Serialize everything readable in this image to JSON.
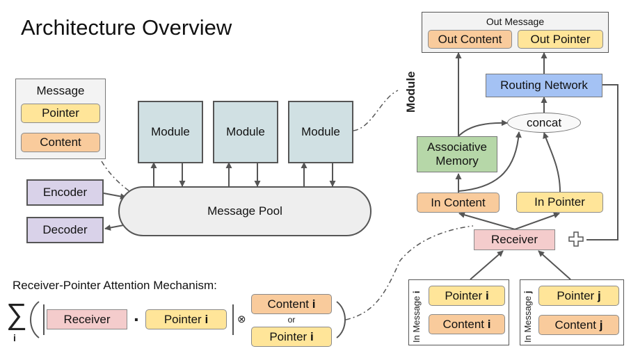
{
  "title": "Architecture Overview",
  "message": {
    "label": "Message",
    "pointer": "Pointer",
    "content": "Content"
  },
  "modules": [
    "Module",
    "Module",
    "Module"
  ],
  "encoder": "Encoder",
  "decoder": "Decoder",
  "pool": "Message Pool",
  "out_message": {
    "label": "Out Message",
    "content": "Out Content",
    "pointer": "Out Pointer"
  },
  "module_detail": {
    "label": "Module",
    "routing": "Routing Network",
    "concat": "concat",
    "memory": "Associative Memory",
    "in_content": "In Content",
    "in_pointer": "In Pointer",
    "receiver": "Receiver"
  },
  "in_message_i": {
    "label": "In Message",
    "index": "i",
    "pointer": "Pointer",
    "content": "Content"
  },
  "in_message_j": {
    "label": "In Message",
    "index": "j",
    "pointer": "Pointer",
    "content": "Content"
  },
  "mechanism": {
    "title": "Receiver-Pointer Attention Mechanism:",
    "sum_symbol": "∑",
    "sum_index": "i",
    "receiver": "Receiver",
    "dot": "·",
    "pointer": "Pointer",
    "pointer_index": "i",
    "otimes": "⊗",
    "content": "Content",
    "content_index": "i",
    "or": "or",
    "pointer2": "Pointer",
    "pointer2_index": "i"
  }
}
